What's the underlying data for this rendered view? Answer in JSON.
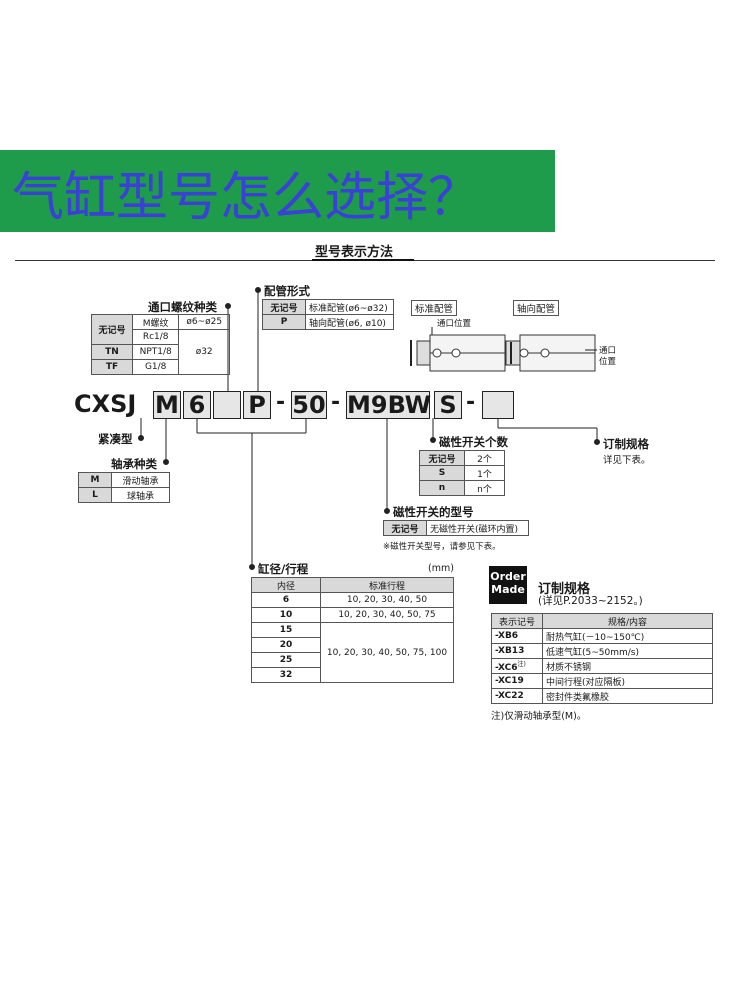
{
  "banner": {
    "title": "气缸型号怎么选择？"
  },
  "section_title": "型号表示方法",
  "model_code": {
    "prefix": "CXSJ",
    "bearing": "M",
    "bore": "6",
    "port_thread": "",
    "piping": "P",
    "stroke": "50",
    "switch": "M9BW",
    "switch_qty": "S",
    "option": "",
    "dash": "-"
  },
  "port_thread": {
    "title": "通口螺纹种类",
    "rows": [
      {
        "key": "无记号",
        "a": "M螺纹",
        "b": "ø6~ø25"
      },
      {
        "key": "",
        "a": "Rc1/8",
        "b": ""
      },
      {
        "key": "TN",
        "a": "NPT1/8",
        "b": "ø32"
      },
      {
        "key": "TF",
        "a": "G1/8",
        "b": ""
      }
    ]
  },
  "piping": {
    "title": "配管形式",
    "rows": [
      {
        "key": "无记号",
        "desc": "标准配管(ø6~ø32)"
      },
      {
        "key": "P",
        "desc": "轴向配管(ø6, ø10)"
      }
    ]
  },
  "figures": {
    "standard": "标准配管",
    "axial": "轴向配管",
    "port_pos_1": "通口位置",
    "port_pos_2a": "通口",
    "port_pos_2b": "位置"
  },
  "compact": "紧凑型",
  "bearing": {
    "title": "轴承种类",
    "rows": [
      {
        "key": "M",
        "desc": "滑动轴承"
      },
      {
        "key": "L",
        "desc": "球轴承"
      }
    ]
  },
  "switch_qty": {
    "title": "磁性开关个数",
    "rows": [
      {
        "key": "无记号",
        "desc": "2个"
      },
      {
        "key": "S",
        "desc": "1个"
      },
      {
        "key": "n",
        "desc": "n个"
      }
    ]
  },
  "custom_spec_short": {
    "title": "订制规格",
    "note": "详见下表。"
  },
  "switch_type": {
    "title": "磁性开关的型号",
    "key": "无记号",
    "desc": "无磁性开关(磁环内置)",
    "note": "※磁性开关型号，请参见下表。"
  },
  "bore_stroke": {
    "title": "缸径/行程",
    "unit": "(mm)",
    "headers": [
      "内径",
      "标准行程"
    ],
    "rows": [
      {
        "bore": "6",
        "strokes": "10, 20, 30, 40, 50"
      },
      {
        "bore": "10",
        "strokes": "10, 20, 30, 40, 50, 75"
      },
      {
        "bore": "15",
        "strokes": "10, 20, 30, 40, 50, 75, 100"
      },
      {
        "bore": "20",
        "strokes": ""
      },
      {
        "bore": "25",
        "strokes": ""
      },
      {
        "bore": "32",
        "strokes": ""
      }
    ]
  },
  "order_made": {
    "logo_1": "Order",
    "logo_2": "Made",
    "title": "订制规格",
    "subtitle": "(详见P.2033~2152。)",
    "headers": [
      "表示记号",
      "规格/内容"
    ],
    "rows": [
      {
        "code": "-XB6",
        "desc": "耐热气缸(－10~150℃)"
      },
      {
        "code": "-XB13",
        "desc": "低速气缸(5~50mm/s)"
      },
      {
        "code": "-XC6",
        "sup": "注)",
        "desc": "材质不锈钢"
      },
      {
        "code": "-XC19",
        "desc": "中间行程(对应隔板)"
      },
      {
        "code": "-XC22",
        "desc": "密封件类氟橡胶"
      }
    ],
    "footnote": "注)仅滑动轴承型(M)。"
  }
}
